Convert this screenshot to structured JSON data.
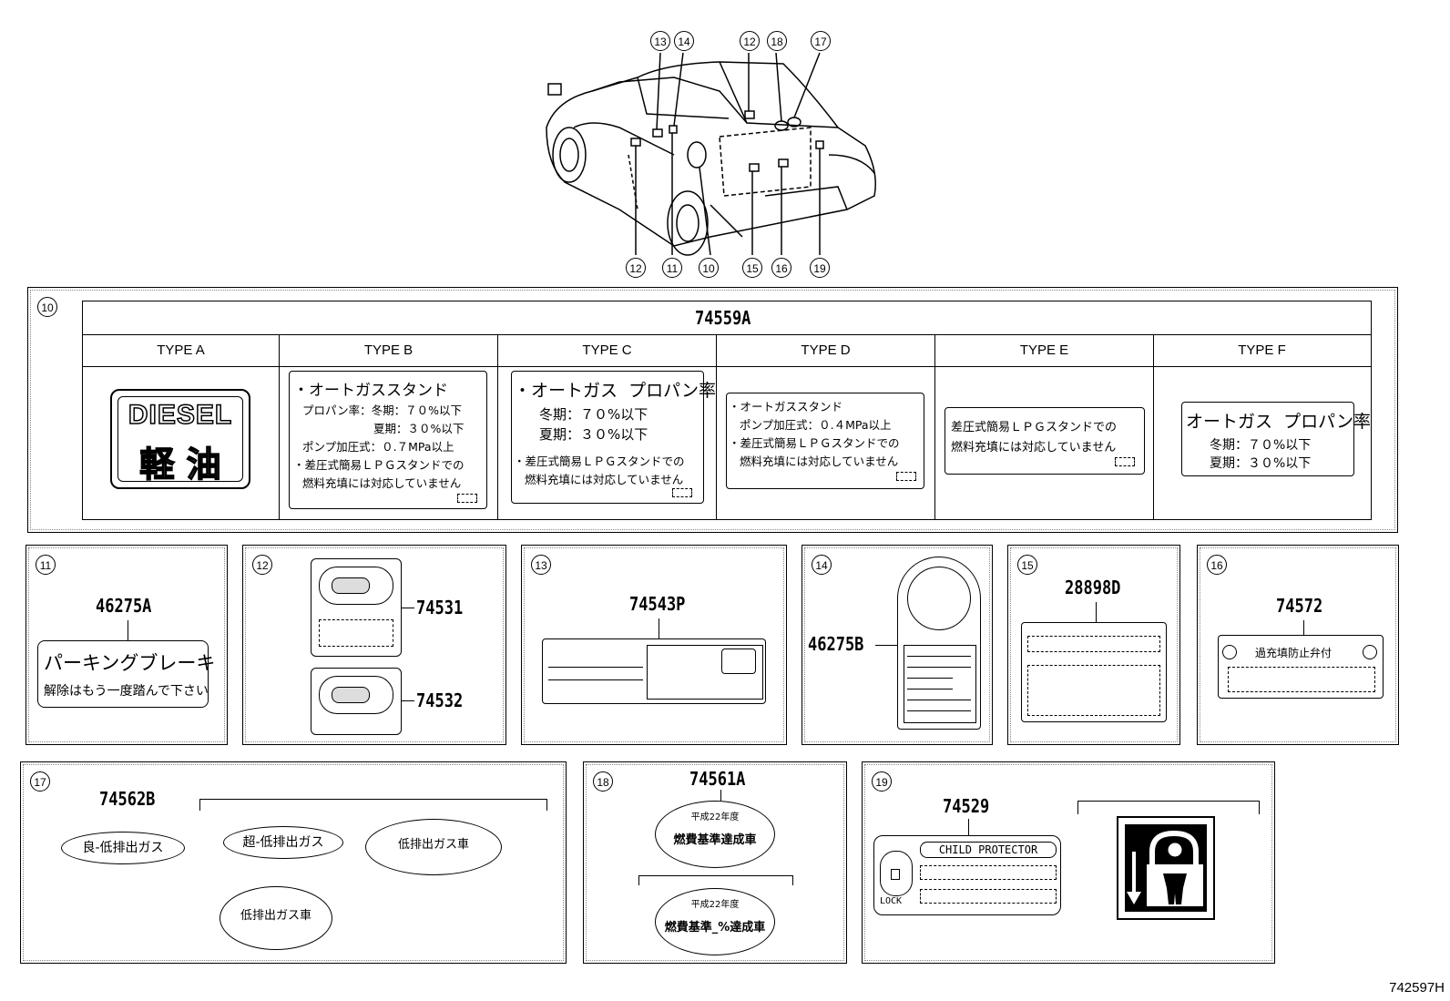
{
  "car": {
    "callouts_top": [
      "13",
      "14",
      "12",
      "18",
      "17"
    ],
    "callouts_bottom": [
      "12",
      "11",
      "10",
      "15",
      "16",
      "19"
    ]
  },
  "panel10": {
    "num": "10",
    "part": "74559A",
    "types": [
      "TYPE A",
      "TYPE B",
      "TYPE C",
      "TYPE D",
      "TYPE E",
      "TYPE F"
    ],
    "typeA": {
      "top": "DIESEL",
      "bottom": "軽 油"
    },
    "typeB": {
      "lines": [
        "・オートガススタンド",
        "プロパン率：冬期：７０%以下",
        "夏期：３０%以下",
        "ポンプ加圧式：０.７MPa以上",
        "・差圧式簡易ＬＰＧスタンドでの",
        "燃料充填には対応していません"
      ]
    },
    "typeC": {
      "lines": [
        "・オートガス  プロパン率",
        "冬期：７０%以下",
        "夏期：３０%以下",
        "・差圧式簡易ＬＰＧスタンドでの",
        "燃料充填には対応していません"
      ]
    },
    "typeD": {
      "lines": [
        "・オートガススタンド",
        "ポンプ加圧式：０.４MPa以上",
        "・差圧式簡易ＬＰＧスタンドでの",
        "燃料充填には対応していません"
      ]
    },
    "typeE": {
      "lines": [
        "差圧式簡易ＬＰＧスタンドでの",
        "燃料充填には対応していません"
      ]
    },
    "typeF": {
      "lines": [
        "オートガス  プロパン率",
        "冬期：７０%以下",
        "夏期：３０%以下"
      ]
    }
  },
  "panel11": {
    "num": "11",
    "part": "46275A",
    "line1": "パーキングブレーキ",
    "line2": "解除はもう一度踏んで下さい"
  },
  "panel12": {
    "num": "12",
    "part_a": "74531",
    "part_b": "74532"
  },
  "panel13": {
    "num": "13",
    "part": "74543P"
  },
  "panel14": {
    "num": "14",
    "part": "46275B"
  },
  "panel15": {
    "num": "15",
    "part": "28898D"
  },
  "panel16": {
    "num": "16",
    "part": "74572",
    "text": "過充填防止弁付"
  },
  "panel17": {
    "num": "17",
    "part": "74562B",
    "oval1": "良-低排出ガス",
    "oval2": "超-低排出ガス",
    "oval3": "低排出ガス車",
    "oval4": "低排出ガス車"
  },
  "panel18": {
    "num": "18",
    "part": "74561A",
    "top": "平成22年度",
    "line_a": "燃費基準達成車",
    "line_b": "燃費基準_%達成車"
  },
  "panel19": {
    "num": "19",
    "part": "74529",
    "title": "CHILD PROTECTOR",
    "lock": "LOCK"
  },
  "footer": {
    "code": "742597H"
  }
}
